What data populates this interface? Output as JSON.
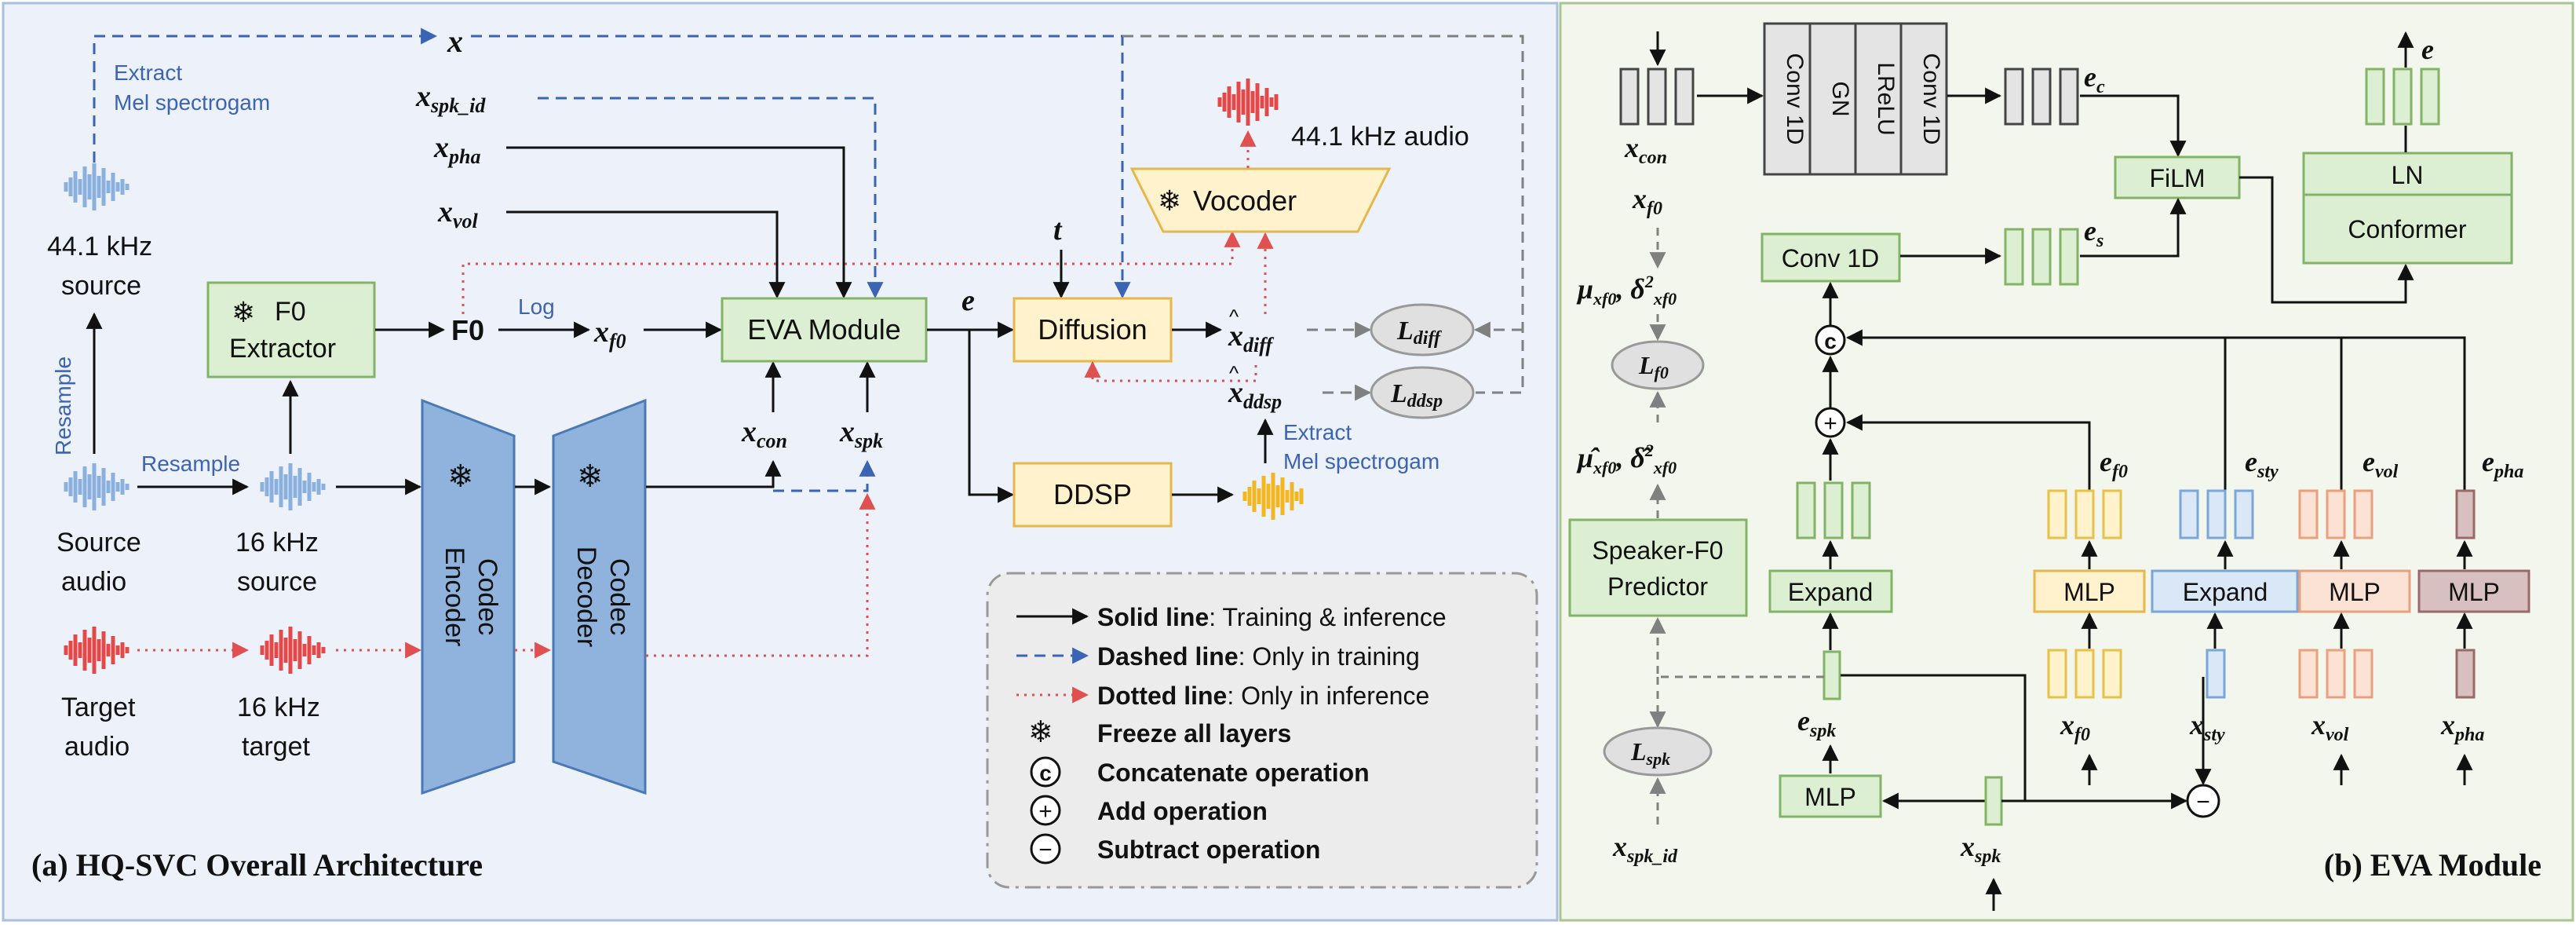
{
  "panel_a": {
    "caption": "(a) HQ-SVC Overall Architecture",
    "x": "x",
    "extract_mel_top_1": "Extract",
    "extract_mel_top_2": "Mel spectrogam",
    "source_44_1": "44.1 kHz",
    "source_44_2": "source",
    "resample_vertical": "Resample",
    "resample": "Resample",
    "source_audio_1": "Source",
    "source_audio_2": "audio",
    "target_audio_1": "Target",
    "target_audio_2": "audio",
    "src16_1": "16 kHz",
    "src16_2": "source",
    "tgt16_1": "16 kHz",
    "tgt16_2": "target",
    "f0_extractor_1": "F0",
    "f0_extractor_2": "Extractor",
    "codec_encoder_1": "Codec",
    "codec_encoder_2": "Encoder",
    "codec_decoder_1": "Codec",
    "codec_decoder_2": "Decoder",
    "f0": "F0",
    "log": "Log",
    "x_f0": "x",
    "x_f0_sub": "f0",
    "x_spk_id": "x",
    "x_spk_id_sub": "spk_id",
    "x_pha": "x",
    "x_pha_sub": "pha",
    "x_vol": "x",
    "x_vol_sub": "vol",
    "x_con": "x",
    "x_con_sub": "con",
    "x_spk": "x",
    "x_spk_sub": "spk",
    "eva_module": "EVA Module",
    "e": "e",
    "t": "t",
    "diffusion": "Diffusion",
    "vocoder": "Vocoder",
    "audio_44": "44.1 kHz audio",
    "ddsp": "DDSP",
    "x_diff": "x",
    "x_diff_sub": "diff",
    "x_ddsp": "x",
    "x_ddsp_sub": "ddsp",
    "l_diff": "L",
    "l_diff_sub": "diff",
    "l_ddsp": "L",
    "l_ddsp_sub": "ddsp",
    "extract_mel_bottom_1": "Extract",
    "extract_mel_bottom_2": "Mel spectrogam"
  },
  "legend": {
    "solid_bold": "Solid line",
    "solid_rest": ": Training & inference",
    "dashed_bold": "Dashed line",
    "dashed_rest": ": Only in training",
    "dotted_bold": "Dotted line",
    "dotted_rest": ": Only in inference",
    "freeze": "Freeze all layers",
    "concat": "Concatenate operation",
    "add": "Add operation",
    "subtract": "Subtract operation",
    "concat_sym": "c",
    "add_sym": "+",
    "sub_sym": "−"
  },
  "panel_b": {
    "caption": "(b) EVA Module",
    "x_con": "x",
    "x_con_sub": "con",
    "conv1d_a": "Conv 1D",
    "gn": "GN",
    "lrelu": "LReLU",
    "conv1d_b": "Conv 1D",
    "e_c": "e",
    "e_c_sub": "c",
    "film": "FiLM",
    "ln": "LN",
    "conformer": "Conformer",
    "e_out": "e",
    "conv1d_s": "Conv 1D",
    "e_s": "e",
    "e_s_sub": "s",
    "x_f0_top": "x",
    "x_f0_top_sub": "f0",
    "mu_line": "μ",
    "mu_sub": "xf0",
    "delta_line": ", δ",
    "delta_sup": "2",
    "delta_sub": "xf0",
    "l_f0": "L",
    "l_f0_sub": "f0",
    "muhat_line": "μ̂",
    "muhat_sub": "xf0",
    "deltahat_line": ", δ̂",
    "deltahat_sup": "2",
    "deltahat_sub": "xf0",
    "speaker_f0_1": "Speaker-F0",
    "speaker_f0_2": "Predictor",
    "l_spk": "L",
    "l_spk_sub": "spk",
    "x_spk_id": "x",
    "x_spk_id_sub": "spk_id",
    "expand_spk": "Expand",
    "e_spk": "e",
    "e_spk_sub": "spk",
    "mlp_spk": "MLP",
    "x_spk": "x",
    "x_spk_sub": "spk",
    "e_f0": "e",
    "e_f0_sub": "f0",
    "mlp_f0": "MLP",
    "x_f0": "x",
    "x_f0_sub": "f0",
    "e_sty": "e",
    "e_sty_sub": "sty",
    "expand_sty": "Expand",
    "x_sty": "x",
    "x_sty_sub": "sty",
    "e_vol": "e",
    "e_vol_sub": "vol",
    "mlp_vol": "MLP",
    "x_vol": "x",
    "x_vol_sub": "vol",
    "e_pha": "e",
    "e_pha_sub": "pha",
    "mlp_pha": "MLP",
    "x_pha": "x",
    "x_pha_sub": "pha",
    "concat_sym": "c",
    "add_sym": "+",
    "sub_sym": "−"
  },
  "colors": {
    "panel_a_bg": "#edf1f9",
    "panel_b_bg": "#f2f6ec",
    "green_fill": "#dcefd3",
    "green_stroke": "#82b366",
    "yellow_fill": "#fff2cc",
    "yellow_stroke": "#e6b84a",
    "codec_fill": "#8fb3dd",
    "codec_stroke": "#4a79b5",
    "blue_dash": "#3c64b4",
    "red_dot": "#e05050",
    "legend_fill": "#ececec",
    "wave_blue": "#8ab0de",
    "wave_red": "#e24a4a",
    "wave_yellow": "#f2b621"
  }
}
